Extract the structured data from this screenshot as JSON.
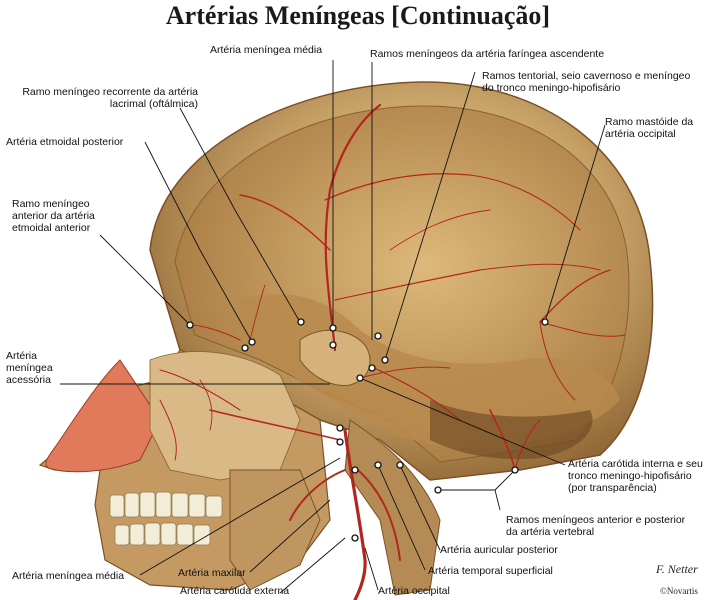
{
  "title": "Artérias Meníngeas [Continuação]",
  "labels": {
    "arteria_meningea_media_top": "Artéria meníngea média",
    "ramos_faringea": "Ramos meníngeos da artéria faríngea ascendente",
    "ramo_recorrente": "Ramo meníngeo recorrente da artéria lacrimal (oftálmica)",
    "ramos_tentorial": "Ramos tentorial, seio cavernoso e meníngeo do tronco meningo-hipofisário",
    "etmoidal_posterior": "Artéria etmoidal posterior",
    "mastoide": "Ramo mastóide da artéria occipital",
    "etmoidal_anterior": "Ramo meníngeo anterior da artéria etmoidal anterior",
    "meningea_acessoria": "Artéria meníngea acessória",
    "carotida_interna": "Artéria carótida interna e seu tronco meningo-hipofisário (por transparência)",
    "vertebral": "Ramos meníngeos anterior e posterior da artéria vertebral",
    "auricular_posterior": "Artéria auricular posterior",
    "temporal_superficial": "Artéria temporal superficial",
    "meningea_media_bottom": "Artéria meníngea média",
    "maxilar": "Artéria maxilar",
    "carotida_externa": "Artéria carótida externa",
    "occipital": "Artéria occipital"
  },
  "signature": "F. Netter",
  "copyright": "©Novartis",
  "colors": {
    "bone": "#c9a46a",
    "bone_dark": "#9a7240",
    "bone_light": "#e6cf9c",
    "artery": "#b3261e",
    "skin": "#d98a6a",
    "nose": "#e07a5a",
    "leader": "#111111"
  }
}
